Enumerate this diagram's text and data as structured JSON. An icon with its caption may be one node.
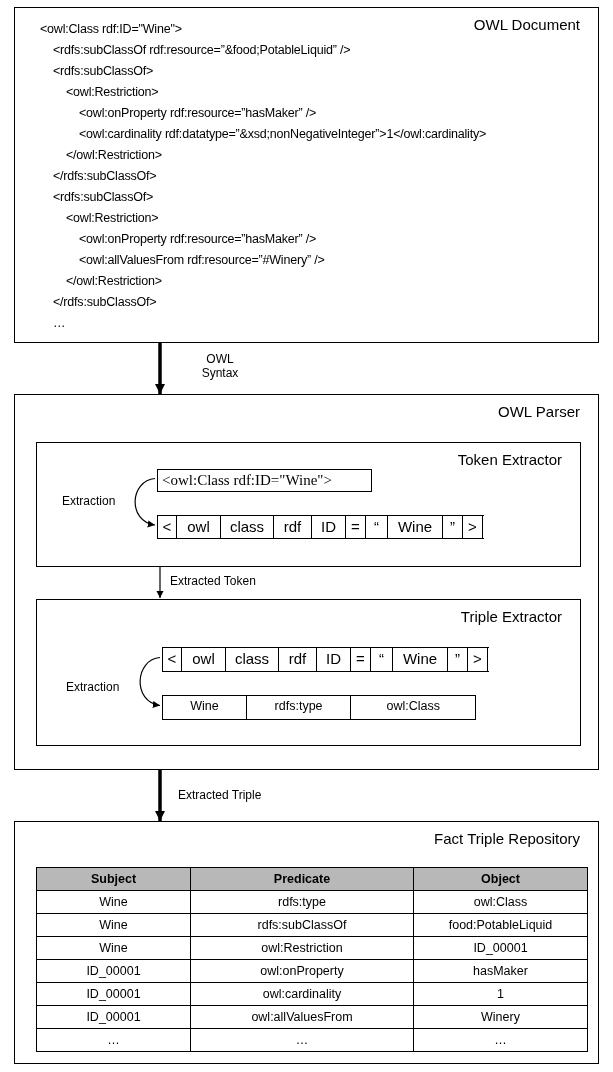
{
  "diagram": {
    "nodes": [
      {
        "text": [
          "OWL Document",
          "<owl:Class rdf:ID=\"Wine\">",
          "<rdfs:subClassOf rdf:resource=”&food;PotableLiquid” />",
          "<rdfs:subClassOf>",
          "<owl:Restriction>",
          "<owl:onProperty rdf:resource=”hasMaker” />",
          "<owl:cardinality rdf:datatype=”&xsd;nonNegativeInteger”>1</owl:cardinality>",
          "</owl:Restriction>",
          "</rdfs:subClassOf>",
          "<rdfs:subClassOf>",
          "<owl:Restriction>",
          "<owl:onProperty rdf:resource=”hasMaker” />",
          "<owl:allValuesFrom rdf:resource=”#Winery” />",
          "</owl:Restriction>",
          "</rdfs:subClassOf>",
          "…"
        ]
      },
      {
        "text": [
          "OWL Parser"
        ]
      },
      {
        "text": [
          "Token Extractor"
        ],
        "in": 1
      },
      {
        "text": [
          "<owl:Class rdf:ID=\"Wine\">"
        ],
        "in": 2
      },
      {
        "text": [
          "<",
          "owl",
          "class",
          "rdf",
          "ID",
          "=",
          "“",
          "Wine",
          "”",
          ">"
        ],
        "in": 2
      },
      {
        "text": [
          "Triple Extractor"
        ],
        "in": 1
      },
      {
        "text": [
          "<",
          "owl",
          "class",
          "rdf",
          "ID",
          "=",
          "“",
          "Wine",
          "”",
          ">"
        ],
        "in": 5
      },
      {
        "text": [
          "Wine",
          "rdfs:type",
          "owl:Class"
        ],
        "in": 5
      },
      {
        "text": [
          "Fact Triple Repository"
        ]
      }
    ],
    "edges": [
      {
        "from": 0,
        "to": 1,
        "arrow": "to",
        "label": "OWL Syntax",
        "style": "thick"
      },
      {
        "from": 3,
        "to": 4,
        "arrow": "to",
        "label": "Extraction"
      },
      {
        "from": 2,
        "to": 5,
        "arrow": "to",
        "label": "Extracted Token"
      },
      {
        "from": 6,
        "to": 7,
        "arrow": "to",
        "label": "Extraction"
      },
      {
        "from": 1,
        "to": 8,
        "arrow": "to",
        "label": "Extracted Triple",
        "style": "thick"
      }
    ],
    "labels": [
      "Subject",
      "Predicate",
      "Object",
      "Wine",
      "rdfs:type",
      "owl:Class",
      "Wine",
      "rdfs:subClassOf",
      "food:PotableLiquid",
      "Wine",
      "owl:Restriction",
      "ID_00001",
      "ID_00001",
      "owl:onProperty",
      "hasMaker",
      "ID_00001",
      "owl:cardinality",
      "1",
      "ID_00001",
      "owl:allValuesFrom",
      "Winery",
      "…",
      "…",
      "…"
    ]
  }
}
